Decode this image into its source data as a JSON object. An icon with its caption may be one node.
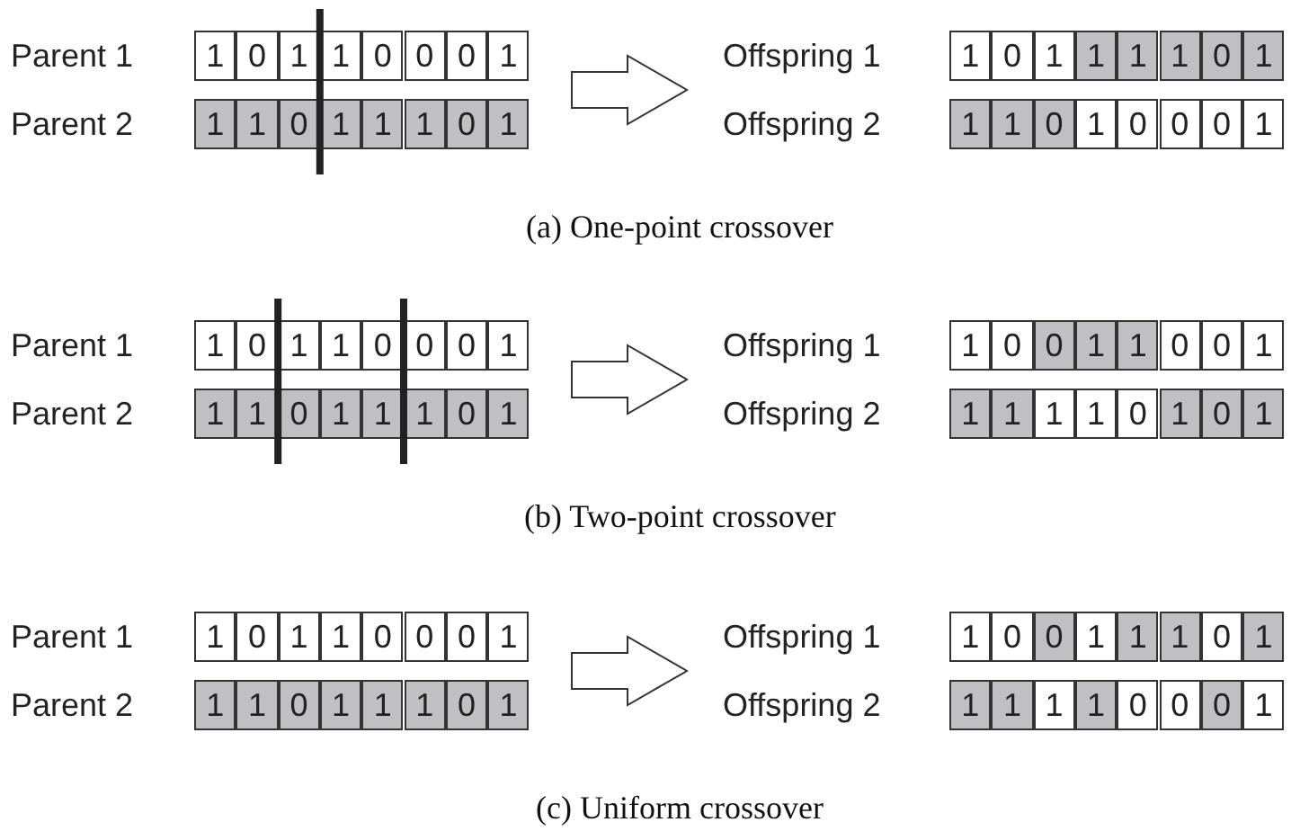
{
  "diagram": {
    "labels": [
      "Parent 1",
      "1",
      "0",
      "1",
      "1",
      "0",
      "0",
      "0",
      "1",
      "Offspring 1",
      "1",
      "0",
      "1",
      "1",
      "1",
      "1",
      "0",
      "1",
      "Parent 2",
      "1",
      "1",
      "0",
      "1",
      "1",
      "1",
      "0",
      "1",
      "Offspring 2",
      "1",
      "1",
      "0",
      "1",
      "0",
      "0",
      "0",
      "1",
      "(a) One-point crossover",
      "Parent 1",
      "1",
      "0",
      "1",
      "1",
      "0",
      "0",
      "0",
      "1",
      "Offspring 1",
      "1",
      "0",
      "0",
      "1",
      "1",
      "0",
      "0",
      "1",
      "Parent 2",
      "1",
      "1",
      "0",
      "1",
      "1",
      "1",
      "0",
      "1",
      "Offspring 2",
      "1",
      "1",
      "1",
      "1",
      "0",
      "1",
      "0",
      "1",
      "(b) Two-point crossover",
      "Parent 1",
      "1",
      "0",
      "1",
      "1",
      "0",
      "0",
      "0",
      "1",
      "Offspring 1",
      "1",
      "0",
      "0",
      "1",
      "1",
      "1",
      "0",
      "1",
      "Parent 2",
      "1",
      "1",
      "0",
      "1",
      "1",
      "1",
      "0",
      "1",
      "Offspring 2",
      "1",
      "1",
      "1",
      "1",
      "0",
      "0",
      "0",
      "1",
      "(c) Uniform crossover"
    ]
  }
}
